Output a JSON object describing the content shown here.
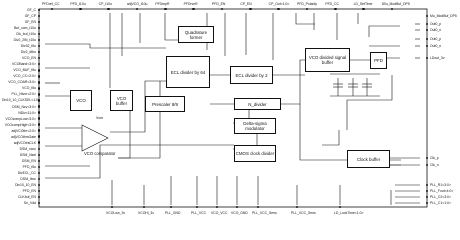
{
  "left_pins": [
    "GF_C",
    "GF_CP",
    "GF_EN",
    "Buf_com_t10u",
    "Clk_buf_t10u",
    "Div2_2IN_t10u",
    "Div32_t5u",
    "Div2_dfbu",
    "VCO_EN",
    "VCOBand<3:0>",
    "VCO_BUF_t5u",
    "VCO_CC<2:0>",
    "VCO_COAR<3:0>",
    "VCO_t5u",
    "PLL_Ntvcr<2:0>",
    "Div10_10_CLKSEL<1:0>",
    "DSM_Ncv<3:0>",
    "NDiv<11:0>",
    "VCOcompLow<3:0>",
    "VCOcompHigh<3:0>",
    "adjVCOthr<2:0>",
    "adjVCOthrsGate",
    "adjVCOtrsCLK",
    "DSM_vcoc",
    "DSM_Nsel",
    "DSM_EN",
    "PFD_t5u",
    "DivECL_CC",
    "DSM_Ibcc",
    "Div10_10_EN",
    "PFD_EN",
    "CLKbuf_EN",
    "Sn_Vdd"
  ],
  "top_pins": [
    "PFDref_CC",
    "PFD_t10u",
    "CP_t10u",
    "adjVCO_t10u",
    "PFDrepR",
    "PFDrvnR",
    "PFD_EN",
    "CP_EN",
    "CP_Out<1:0>",
    "PFD_Polarity",
    "PFD_CC",
    "LD_SetTime",
    "80u_ModBuf_DP5"
  ],
  "right_pins": [
    "Mo_ModBuf_DP5",
    "Out0_p",
    "Out0_n",
    "Out0_p",
    "Out0_n",
    "LDout_3v",
    "Clk_p",
    "Clk_n",
    "PLL_R1<3:0>",
    "PLL_Fout<4:0>",
    "PLL_C2<3:0>",
    "PLL_C1<1:0>"
  ],
  "bottom_pins": [
    "VCOLow_3v",
    "VCOHi_3v",
    "PLL_GND",
    "PLL_VCC",
    "VCO_VCC",
    "VCO_GND",
    "PLL_VCC_Sens",
    "PLL_VCC_Sens",
    "LD_LockTime<1:0>"
  ],
  "blocks": {
    "quad": "Quadrature former",
    "ecl64": "ECL divider by 64",
    "ecl2": "ECL divider by 2",
    "vcobuf_out": "VCO divided signal buffer",
    "pfd": "PFD",
    "vco": "VCO",
    "vcobuf": "VCO buffer",
    "prescaler": "Prescaler 8/9",
    "ndiv": "N_divider",
    "dsm": "Delta-sigma modulator",
    "cmos": "CMOS clock divider",
    "clkbuf": "Clock buffer",
    "comp": "VCO comparator",
    "vcm": "Vcm"
  },
  "colors": {
    "line": "#111111",
    "background": "#ffffff"
  }
}
